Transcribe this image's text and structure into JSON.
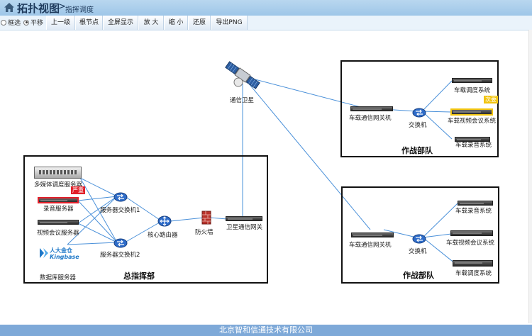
{
  "header": {
    "title": "拓扑视图",
    "separator": ">",
    "subtitle": "指挥调度"
  },
  "toolbar": {
    "mode_select": "框选",
    "mode_pan": "平移",
    "buttons": [
      "上一级",
      "根节点",
      "全屏显示",
      "放 大",
      "缩 小",
      "还原",
      "导出PNG"
    ]
  },
  "satellite": {
    "label": "通信卫星"
  },
  "hq": {
    "title": "总指挥部",
    "multimedia": "多媒体调度服务器",
    "recorder": "录音服务器",
    "video_conf": "视频会议服务器",
    "db_server": "数据库服务器",
    "db_logo": "人大金仓",
    "db_logo_en": "Kingbase",
    "switch1": "服务器交换机1",
    "switch2": "服务器交换机2",
    "router": "核心路由器",
    "firewall": "防火墙",
    "sat_gateway": "卫星通信网关",
    "alarm_badge": "严重"
  },
  "unit1": {
    "title": "作战部队",
    "gateway": "车载通信网关机",
    "switch": "交换机",
    "dispatch": "车载调度系统",
    "video": "车载视频会议系统",
    "recorder": "车载录音系统",
    "alarm_badge": "次要"
  },
  "unit2": {
    "title": "作战部队",
    "gateway": "车载通信网关机",
    "switch": "交换机",
    "recorder": "车载录音系统",
    "video": "车载视频会议系统",
    "dispatch": "车载调度系统"
  },
  "footer": {
    "company": "北京智和信通技术有限公司"
  },
  "colors": {
    "link": "#4a90d9",
    "critical": "#e2202a",
    "minor": "#f1c40f",
    "footer": "#7ea9d8"
  }
}
